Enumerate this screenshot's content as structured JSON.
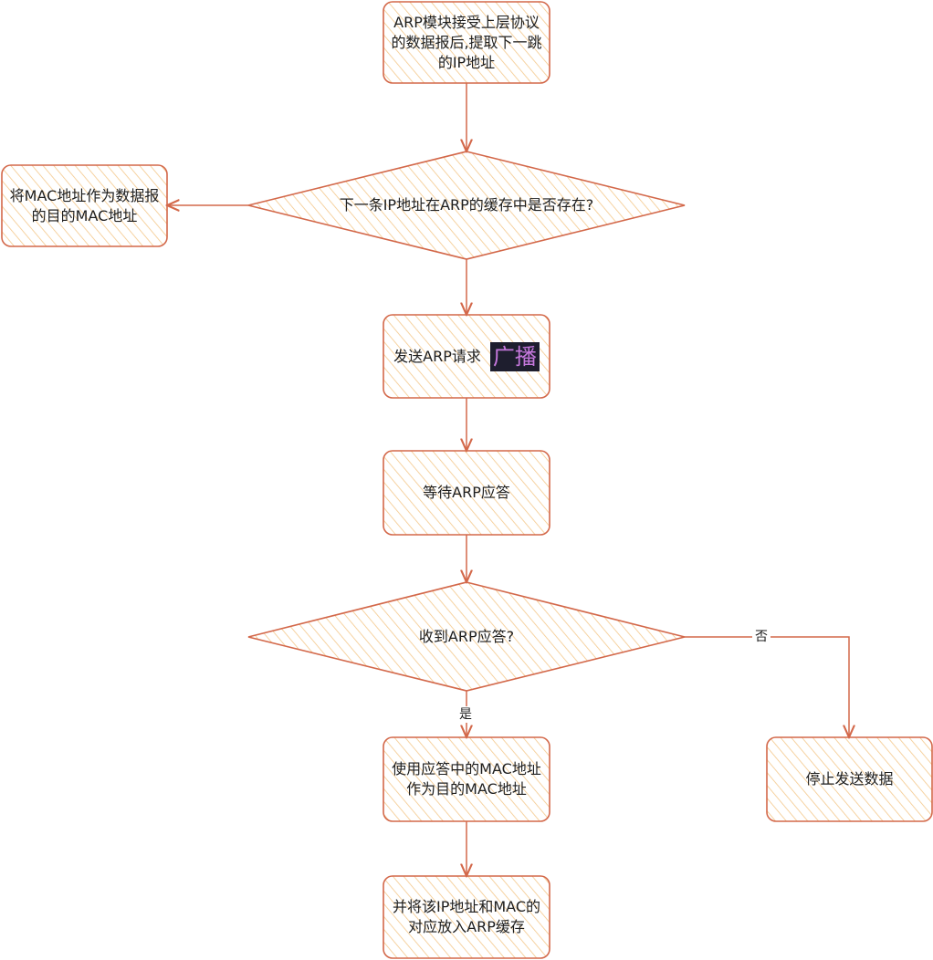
{
  "colors": {
    "stroke": "#d3684a",
    "fill": "#fce3b0",
    "text": "#1e1e1e",
    "highlight_bg": "#1e1e2e",
    "highlight_fg": "#c678dd"
  },
  "nodes": {
    "start": "ARP模块接受上层协议的数据报后,提取下一跳的IP地址",
    "check_cache": "下一条IP地址在ARP的缓存中是否存在?",
    "use_mac": "将MAC地址作为数据报的目的MAC地址",
    "send_request": "发送ARP请求",
    "broadcast": "广播",
    "wait_reply": "等待ARP应答",
    "received": "收到ARP应答?",
    "use_reply_mac": "使用应答中的MAC地址作为目的MAC地址",
    "stop": "停止发送数据",
    "cache_entry": "并将该IP地址和MAC的对应放入ARP缓存"
  },
  "edges": {
    "yes": "是",
    "no": "否"
  }
}
